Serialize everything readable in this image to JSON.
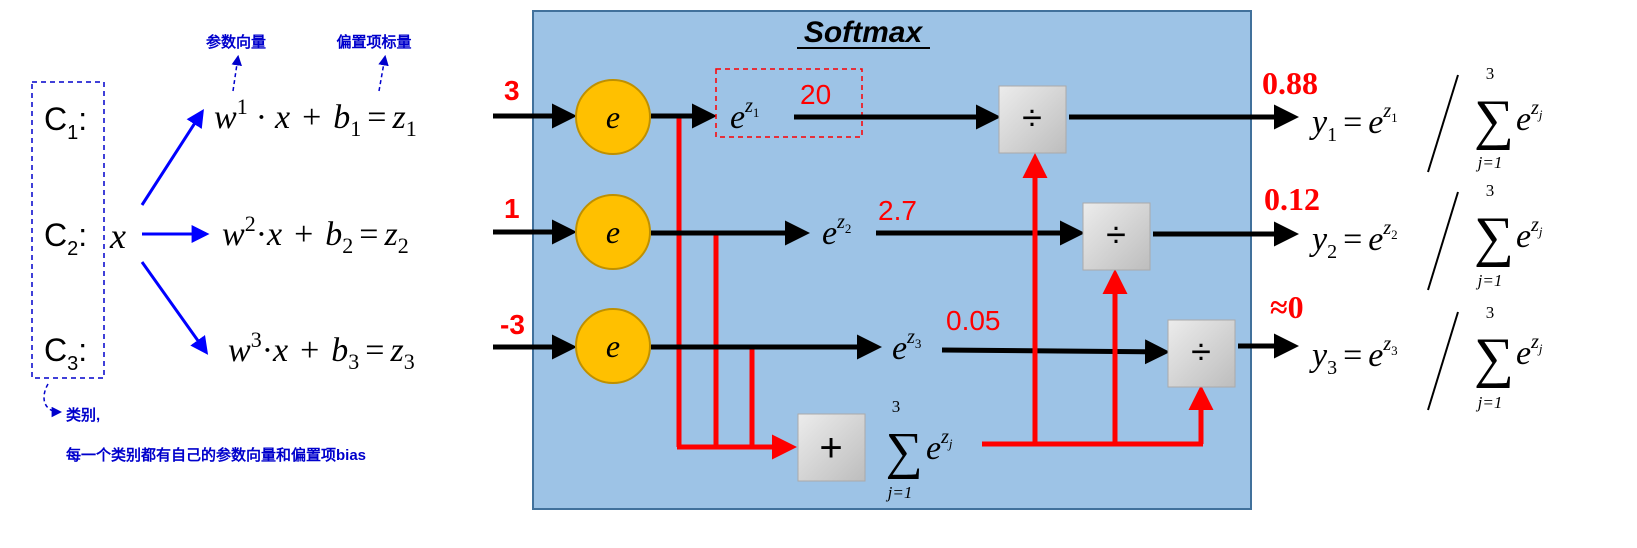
{
  "softmax_title": "Softmax",
  "class_labels": [
    "C",
    "C",
    "C"
  ],
  "class_subscripts": [
    "1",
    "2",
    "3"
  ],
  "class_suffix": ":",
  "input_var": "x",
  "annotations": {
    "param_vector": "参数向量",
    "bias_scalar": "偏置项标量",
    "category": "类别,",
    "category_note": "每一个类别都有自己的参数向量和偏置项bias"
  },
  "equations": [
    {
      "w": "w",
      "w_sup": "1",
      "dot": "·",
      "x": "x",
      "plus": "+",
      "b": "b",
      "b_sub": "1",
      "eq": "=",
      "z": "z",
      "z_sub": "1"
    },
    {
      "w": "w",
      "w_sup": "2",
      "dot": "·",
      "x": "x",
      "plus": "+",
      "b": "b",
      "b_sub": "2",
      "eq": "=",
      "z": "z",
      "z_sub": "2"
    },
    {
      "w": "w",
      "w_sup": "3",
      "dot": "·",
      "x": "x",
      "plus": "+",
      "b": "b",
      "b_sub": "3",
      "eq": "=",
      "z": "z",
      "z_sub": "3"
    }
  ],
  "logit_values": [
    "3",
    "1",
    "-3"
  ],
  "exp_node_label": "e",
  "exp_terms": [
    {
      "base": "e",
      "sup": "z",
      "sub": "1"
    },
    {
      "base": "e",
      "sup": "z",
      "sub": "2"
    },
    {
      "base": "e",
      "sup": "z",
      "sub": "3"
    }
  ],
  "exp_values": [
    "20",
    "2.7",
    "0.05"
  ],
  "divide_symbol": "÷",
  "plus_symbol": "+",
  "sum_block": {
    "sigma": "∑",
    "upper": "3",
    "lower": "j=1",
    "base": "e",
    "sup": "z",
    "sub": "j"
  },
  "probabilities": [
    "0.88",
    "0.12",
    "≈0"
  ],
  "outputs": [
    {
      "y": "y",
      "y_sub": "1",
      "eq": "=",
      "e": "e",
      "sup": "z",
      "sup_sub": "1",
      "slash": "/",
      "sigma": "∑",
      "upper": "3",
      "lower": "j=1",
      "e2": "e",
      "sup2": "z",
      "sup2_sub": "j"
    },
    {
      "y": "y",
      "y_sub": "2",
      "eq": "=",
      "e": "e",
      "sup": "z",
      "sup_sub": "2",
      "slash": "/",
      "sigma": "∑",
      "upper": "3",
      "lower": "j=1",
      "e2": "e",
      "sup2": "z",
      "sup2_sub": "j"
    },
    {
      "y": "y",
      "y_sub": "3",
      "eq": "=",
      "e": "e",
      "sup": "z",
      "sup_sub": "3",
      "slash": "/",
      "sigma": "∑",
      "upper": "3",
      "lower": "j=1",
      "e2": "e",
      "sup2": "z",
      "sup2_sub": "j"
    }
  ],
  "colors": {
    "panel_fill": "#9dc3e6",
    "panel_border": "#41719c",
    "node_fill": "#ffc000",
    "node_border": "#bf9000",
    "red": "#ff0000",
    "blue": "#0000ff",
    "annotation_blue": "#0000cc",
    "box_gray": "#d0d0d0"
  }
}
